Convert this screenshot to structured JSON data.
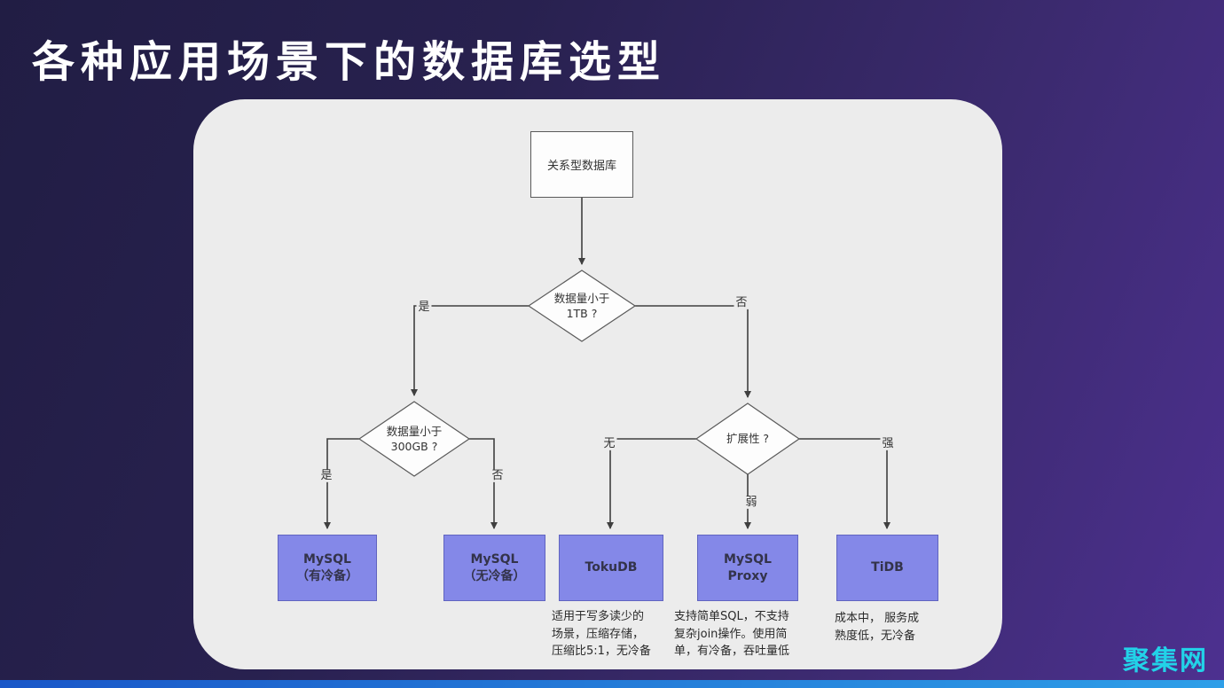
{
  "slide": {
    "title": "各种应用场景下的数据库选型",
    "watermark": "聚集网"
  },
  "flowchart": {
    "root": "关系型数据库",
    "decisions": {
      "size1tb": "数据量小于\n1TB ?",
      "size300gb": "数据量小于\n300GB ?",
      "scalability": "扩展性 ?"
    },
    "edge_labels": {
      "d1_yes": "是",
      "d1_no": "否",
      "d2_yes": "是",
      "d2_no": "否",
      "d3_none": "无",
      "d3_weak": "弱",
      "d3_strong": "强"
    },
    "results": {
      "mysql_cold": "MySQL\n（有冷备）",
      "mysql_nocold": "MySQL\n（无冷备）",
      "tokudb": "TokuDB",
      "mysql_proxy": "MySQL\nProxy",
      "tidb": "TiDB"
    },
    "notes": {
      "tokudb": "适用于写多读少的\n场景，压缩存储，\n压缩比5:1，无冷备",
      "mysql_proxy": "支持简单SQL，不支持\n复杂join操作。使用简\n单，有冷备，吞吐量低",
      "tidb": "成本中， 服务成\n熟度低，无冷备"
    }
  },
  "colors": {
    "result_fill": "#8488e8",
    "result_border": "#6064c0",
    "accent_watermark": "#22d2e8"
  }
}
